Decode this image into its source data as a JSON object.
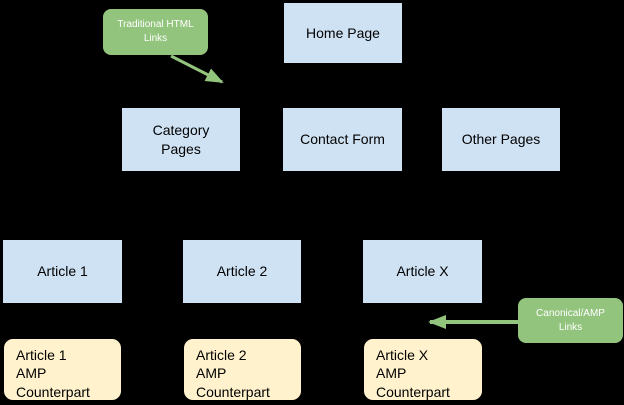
{
  "diagram": {
    "background": "#000000",
    "colors": {
      "page_box_fill": "#cfe2f3",
      "amp_box_fill": "#fff2cc",
      "callout_fill": "#93c47d",
      "callout_text": "#ffffff",
      "box_text": "#000000",
      "arrow": "#93c47d"
    },
    "nodes": {
      "home": {
        "label": "Home Page"
      },
      "category": {
        "label": "Category\nPages"
      },
      "contact": {
        "label": "Contact Form"
      },
      "other": {
        "label": "Other Pages"
      },
      "article1": {
        "label": "Article 1"
      },
      "article2": {
        "label": "Article 2"
      },
      "articleX": {
        "label": "Article X"
      },
      "amp1": {
        "label": "Article 1\nAMP\nCounterpart"
      },
      "amp2": {
        "label": "Article 2\nAMP\nCounterpart"
      },
      "ampX": {
        "label": "Article X\nAMP\nCounterpart"
      }
    },
    "callouts": {
      "traditional": {
        "label": "Traditional HTML\nLinks"
      },
      "canonical": {
        "label": "Canonical/AMP\nLinks"
      }
    }
  }
}
